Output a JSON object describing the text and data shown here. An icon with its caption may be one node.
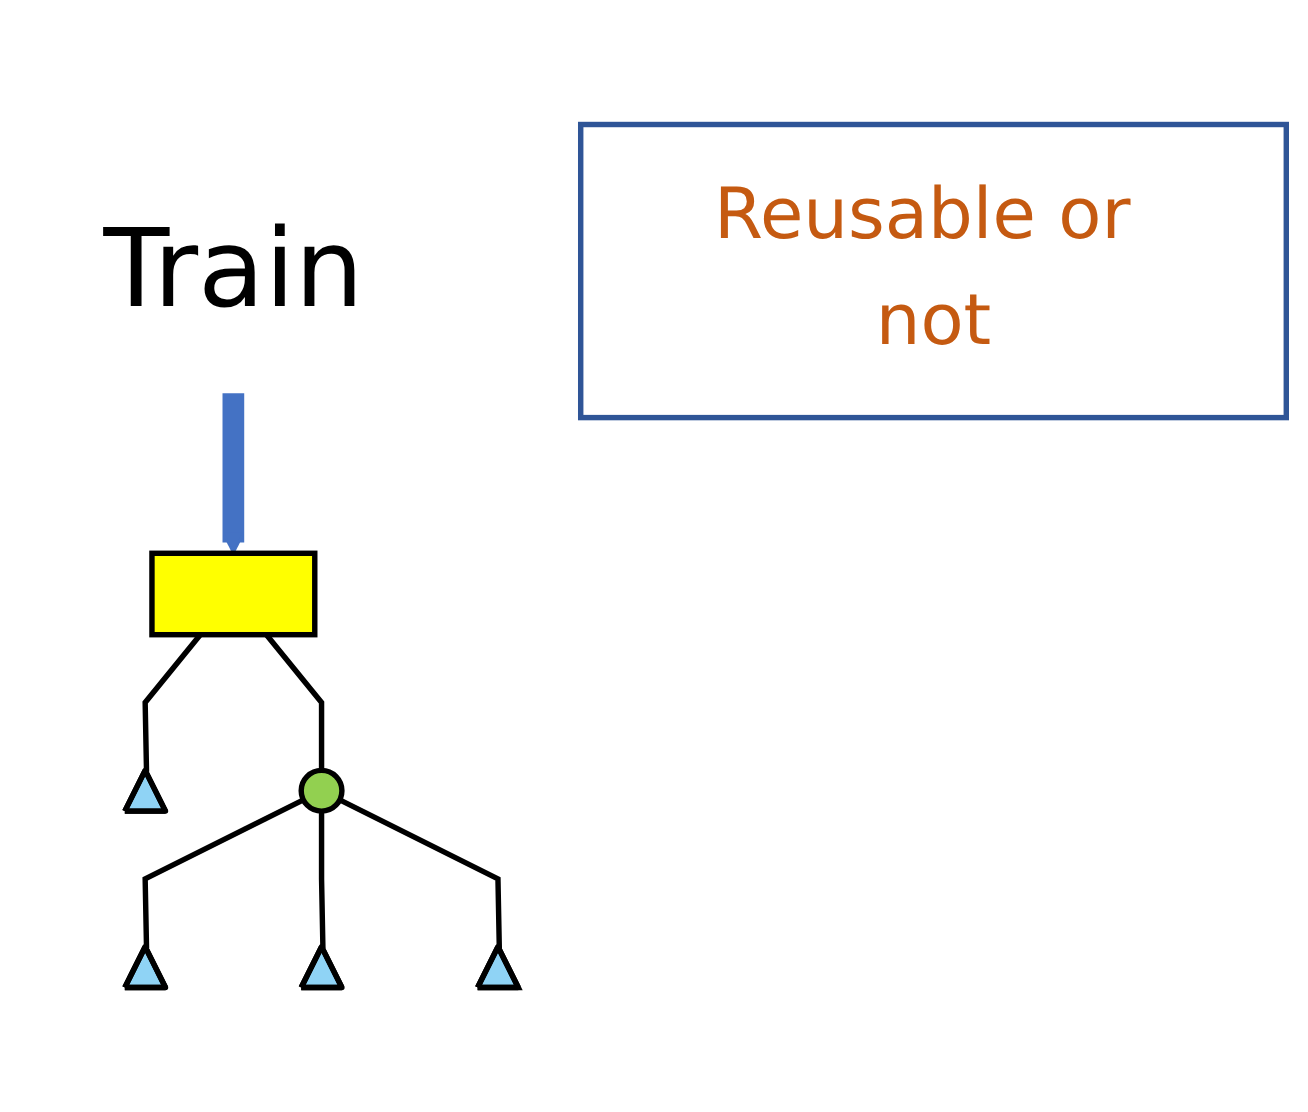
{
  "diagram": {
    "nodes": [
      {
        "text": [
          "Train"
        ]
      },
      {
        "text": [],
        "shape": "box"
      },
      {
        "text": [],
        "shape": "triangle"
      },
      {
        "text": [],
        "shape": "circle"
      },
      {
        "text": [],
        "shape": "triangle"
      },
      {
        "text": [],
        "shape": "triangle"
      },
      {
        "text": [],
        "shape": "triangle"
      },
      {
        "text": [
          "Reusable or not"
        ]
      }
    ],
    "edges": [
      {
        "from": 0,
        "to": 1,
        "arrow": "to",
        "style": "thick",
        "color": "#4472c4"
      },
      {
        "from": 1,
        "to": 2,
        "arrow": "none"
      },
      {
        "from": 1,
        "to": 3,
        "arrow": "none"
      },
      {
        "from": 3,
        "to": 4,
        "arrow": "none"
      },
      {
        "from": 3,
        "to": 5,
        "arrow": "none"
      },
      {
        "from": 3,
        "to": 6,
        "arrow": "none"
      }
    ]
  }
}
